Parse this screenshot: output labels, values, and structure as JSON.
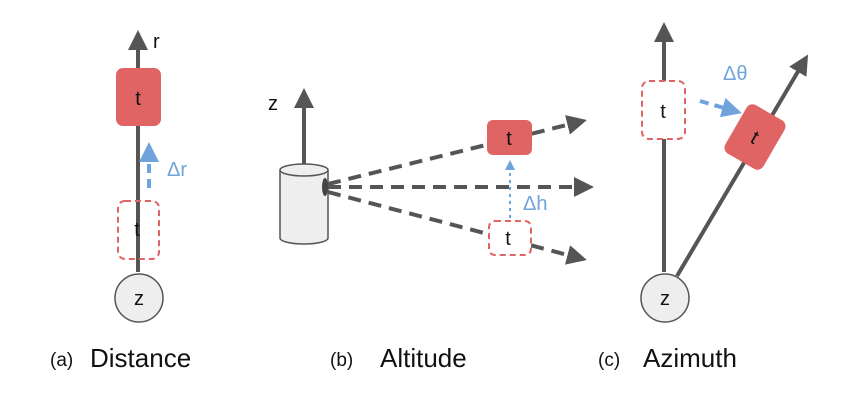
{
  "panels": [
    {
      "id": "a",
      "caption_letter": "(a)",
      "caption_title": "Distance",
      "axis_label": "r",
      "target_label": "t",
      "ghost_label": "t",
      "origin_label": "z",
      "delta_label": "Δr"
    },
    {
      "id": "b",
      "caption_letter": "(b)",
      "caption_title": "Altitude",
      "axis_label": "z",
      "target_label": "t",
      "ghost_label": "t",
      "delta_label": "Δh"
    },
    {
      "id": "c",
      "caption_letter": "(c)",
      "caption_title": "Azimuth",
      "target_label": "t",
      "ghost_label": "t",
      "origin_label": "z",
      "delta_label": "Δθ"
    }
  ],
  "colors": {
    "axis": "#555555",
    "target_fill": "#e06464",
    "ghost_stroke": "#e06464",
    "delta": "#6fa3dc",
    "origin_fill": "#eeeeee",
    "cylinder_fill": "#eeeeee"
  }
}
